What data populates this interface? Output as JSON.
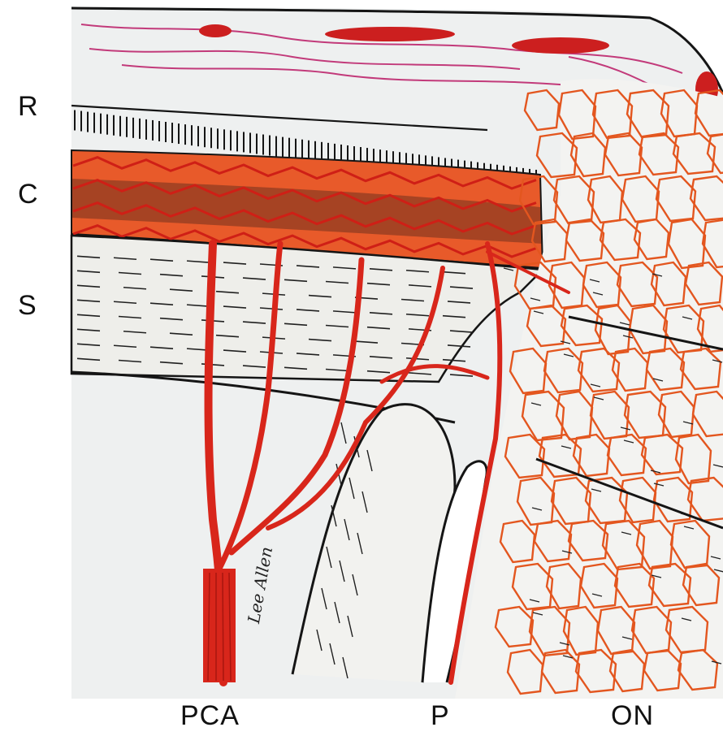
{
  "labels": {
    "retina": "R",
    "choroid": "C",
    "sclera": "S",
    "posterior_ciliary_artery": "PCA",
    "pia": "P",
    "optic_nerve": "ON"
  },
  "signature": "Lee Allen",
  "colors": {
    "artery": "#d8261b",
    "artery_orange": "#e3561f",
    "magenta": "#c23a7a",
    "ink": "#151515",
    "paper": "#f3f3f1",
    "tissue": "#e9eaea"
  }
}
